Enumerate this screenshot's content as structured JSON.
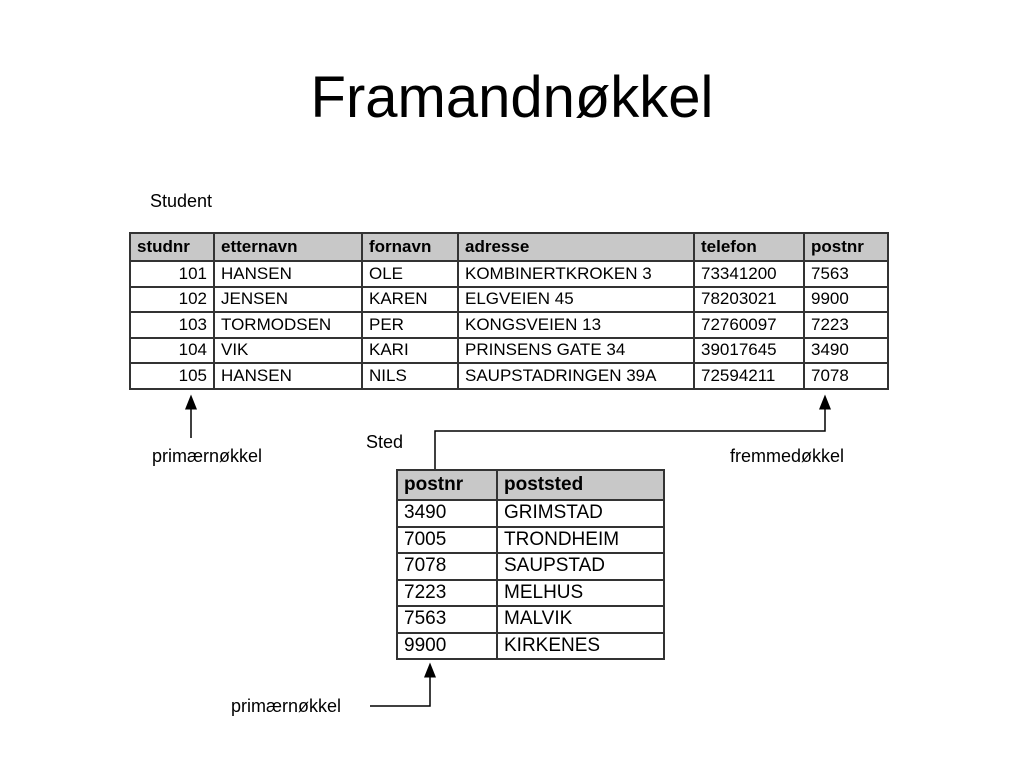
{
  "title": "Framandnøkkel",
  "student": {
    "caption": "Student",
    "columns": [
      "studnr",
      "etternavn",
      "fornavn",
      "adresse",
      "telefon",
      "postnr"
    ],
    "rows": [
      [
        "101",
        "HANSEN",
        "OLE",
        "KOMBINERTKROKEN 3",
        "73341200",
        "7563"
      ],
      [
        "102",
        "JENSEN",
        "KAREN",
        "ELGVEIEN 45",
        "78203021",
        "9900"
      ],
      [
        "103",
        "TORMODSEN",
        "PER",
        "KONGSVEIEN 13",
        "72760097",
        "7223"
      ],
      [
        "104",
        "VIK",
        "KARI",
        "PRINSENS GATE 34",
        "39017645",
        "3490"
      ],
      [
        "105",
        "HANSEN",
        "NILS",
        "SAUPSTADRINGEN 39A",
        "72594211",
        "7078"
      ]
    ]
  },
  "sted": {
    "caption": "Sted",
    "columns": [
      "postnr",
      "poststed"
    ],
    "rows": [
      [
        "3490",
        "GRIMSTAD"
      ],
      [
        "7005",
        "TRONDHEIM"
      ],
      [
        "7078",
        "SAUPSTAD"
      ],
      [
        "7223",
        "MELHUS"
      ],
      [
        "7563",
        "MALVIK"
      ],
      [
        "9900",
        "KIRKENES"
      ]
    ]
  },
  "labels": {
    "student_primary_key": "primærnøkkel",
    "foreign_key": "fremmedøkkel",
    "sted_primary_key": "primærnøkkel"
  }
}
